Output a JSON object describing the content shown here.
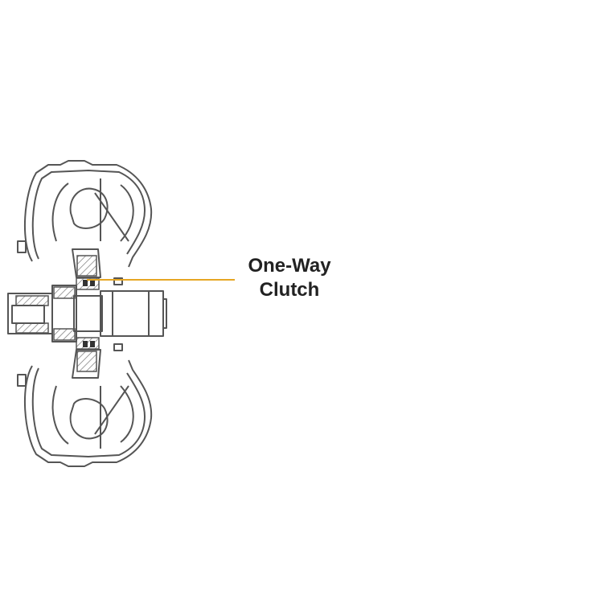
{
  "callout": {
    "line1": "One-Way",
    "line2": "Clutch"
  },
  "colors": {
    "background": "#ffffff",
    "outline": "#555555",
    "leader": "#e6a623",
    "text": "#222222"
  },
  "icons": {
    "diagram": "torque-converter-cross-section"
  }
}
